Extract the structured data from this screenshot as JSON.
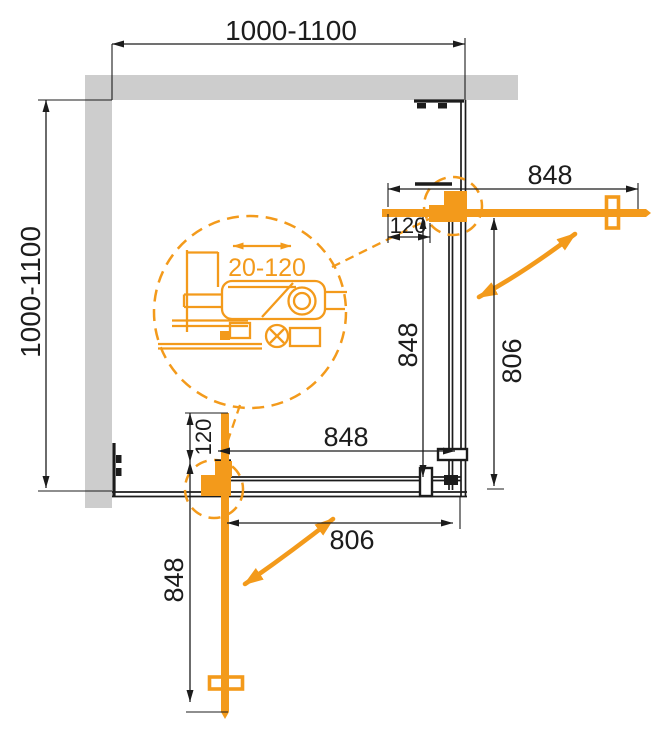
{
  "drawing": {
    "title": "corner-shower-enclosure-plan",
    "colors": {
      "accent": "#F39A1B",
      "wall": "#CDCDCD",
      "line": "#1C1C1C"
    },
    "dims": {
      "top_width": "1000-1100",
      "left_depth": "1000-1100",
      "right_door_width": "848",
      "right_pivot_offset": "120",
      "right_glass_height": "848",
      "right_opening": "806",
      "bottom_glass_width": "848",
      "bottom_opening": "806",
      "bottom_pivot_offset": "120",
      "bottom_door_height": "848",
      "detail_adjust_range": "20-120"
    }
  }
}
